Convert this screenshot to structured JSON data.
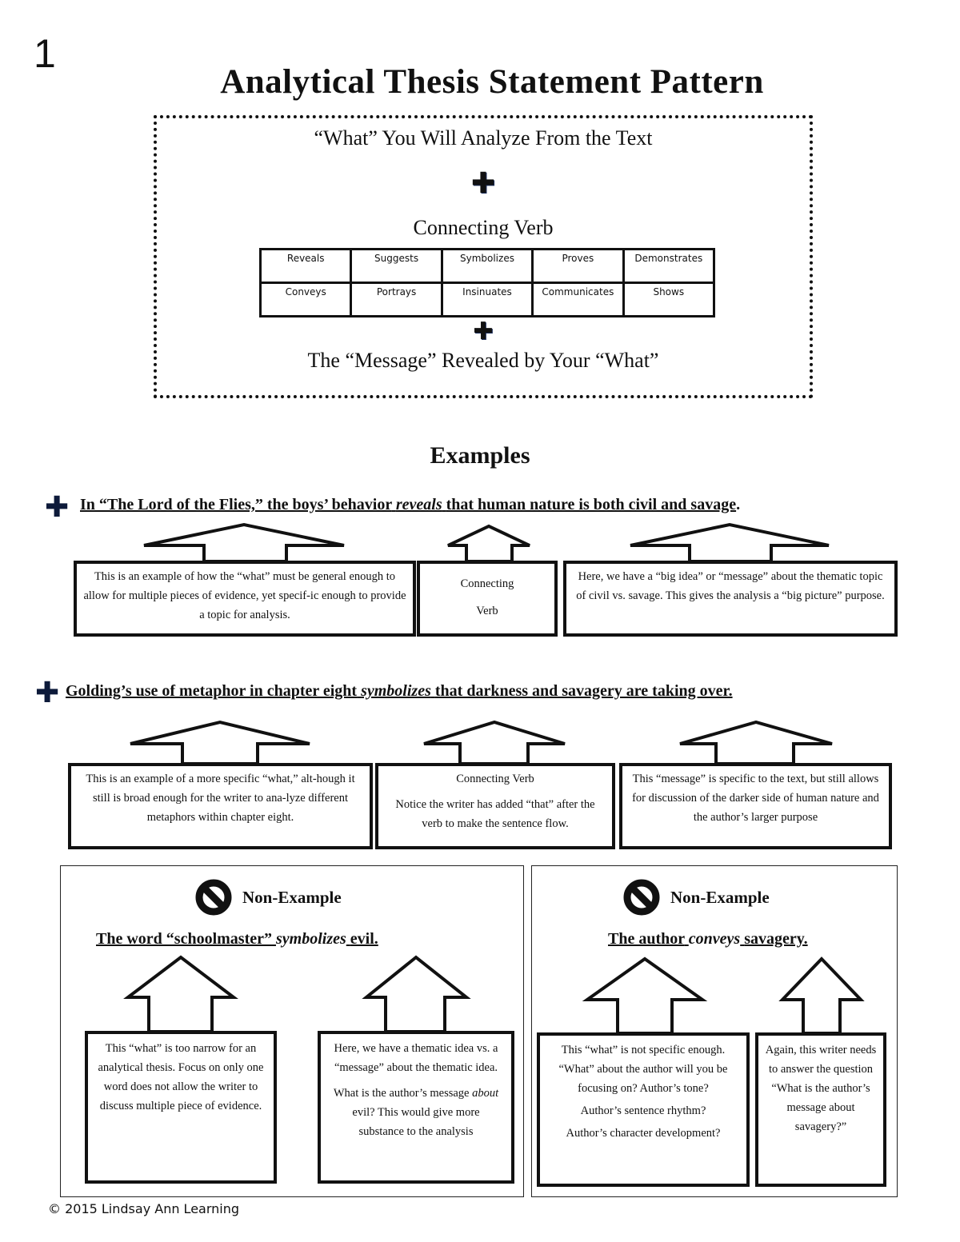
{
  "page_number": "1",
  "title": "Analytical Thesis Statement Pattern",
  "pattern": {
    "what_line": "“What” You Will Analyze From the Text",
    "plus_symbol": "✚",
    "verb_heading": "Connecting Verb",
    "verbs_row1": [
      "Reveals",
      "Suggests",
      "Symbolizes",
      "Proves",
      "Demonstrates"
    ],
    "verbs_row2": [
      "Conveys",
      "Portrays",
      "Insinuates",
      "Communicates",
      "Shows"
    ],
    "message_line": "The “Message” Revealed by Your “What”"
  },
  "examples_heading": "Examples",
  "example1": {
    "part1": "In “The Lord of the Flies,” the boys’ behavior",
    "verb": "reveals",
    "part2": "that human nature is both civil and savage",
    "end": ".",
    "callout_what": "This is an example of how the “what” must be general enough to allow for multiple pieces of evidence, yet specif-ic enough to provide a topic for analysis.",
    "callout_verb_1": "Connecting",
    "callout_verb_2": "Verb",
    "callout_message": "Here, we have a “big idea” or “message” about the thematic topic of civil vs. savage.  This gives the analysis a “big picture” purpose."
  },
  "example2": {
    "part1": "Golding’s use of metaphor in chapter eight",
    "verb": "symbolizes",
    "part2": "that darkness and savagery are taking over.",
    "callout_what": "This is an example of a more specific “what,” alt-hough it still is broad enough for the writer to ana-lyze  different metaphors within chapter eight.",
    "callout_verb_title": "Connecting Verb",
    "callout_verb_note": "Notice the writer has  added “that” after the verb to make the sentence flow.",
    "callout_message": "This “message” is specific to the text, but still allows for discussion of the darker side of human nature and the author’s larger purpose"
  },
  "nonexample1": {
    "label": "Non-Example",
    "part1": "The word “schoolmaster”",
    "verb": "symbolizes",
    "part2": "evil.",
    "callout_left": "This “what” is too narrow for an analytical thesis.  Focus on only one word does not allow the writer to discuss multiple piece of evidence.",
    "callout_right_1": "Here, we have a thematic idea vs. a “message” about the thematic idea.",
    "callout_right_2a": "What is the author’s message",
    "callout_right_2b": "about",
    "callout_right_2c": "evil?  This would give more substance to the analysis"
  },
  "nonexample2": {
    "label": "Non-Example",
    "part1": "The author",
    "verb": "conveys",
    "part2": "savagery.",
    "callout_left_1": "This “what” is not specific enough. “What” about the author will you be focusing on?  Author’s tone?",
    "callout_left_2": "Author’s sentence rhythm?",
    "callout_left_3": "Author’s character development?",
    "callout_right": "Again, this writer needs to answer the question “What is the author’s message about savagery?”"
  },
  "copyright": "© 2015 Lindsay Ann Learning",
  "icons": {
    "plus": "plus-icon",
    "no": "no-symbol-icon"
  },
  "colors": {
    "ink": "#111111",
    "plus_accent": "#1a2c5a"
  }
}
